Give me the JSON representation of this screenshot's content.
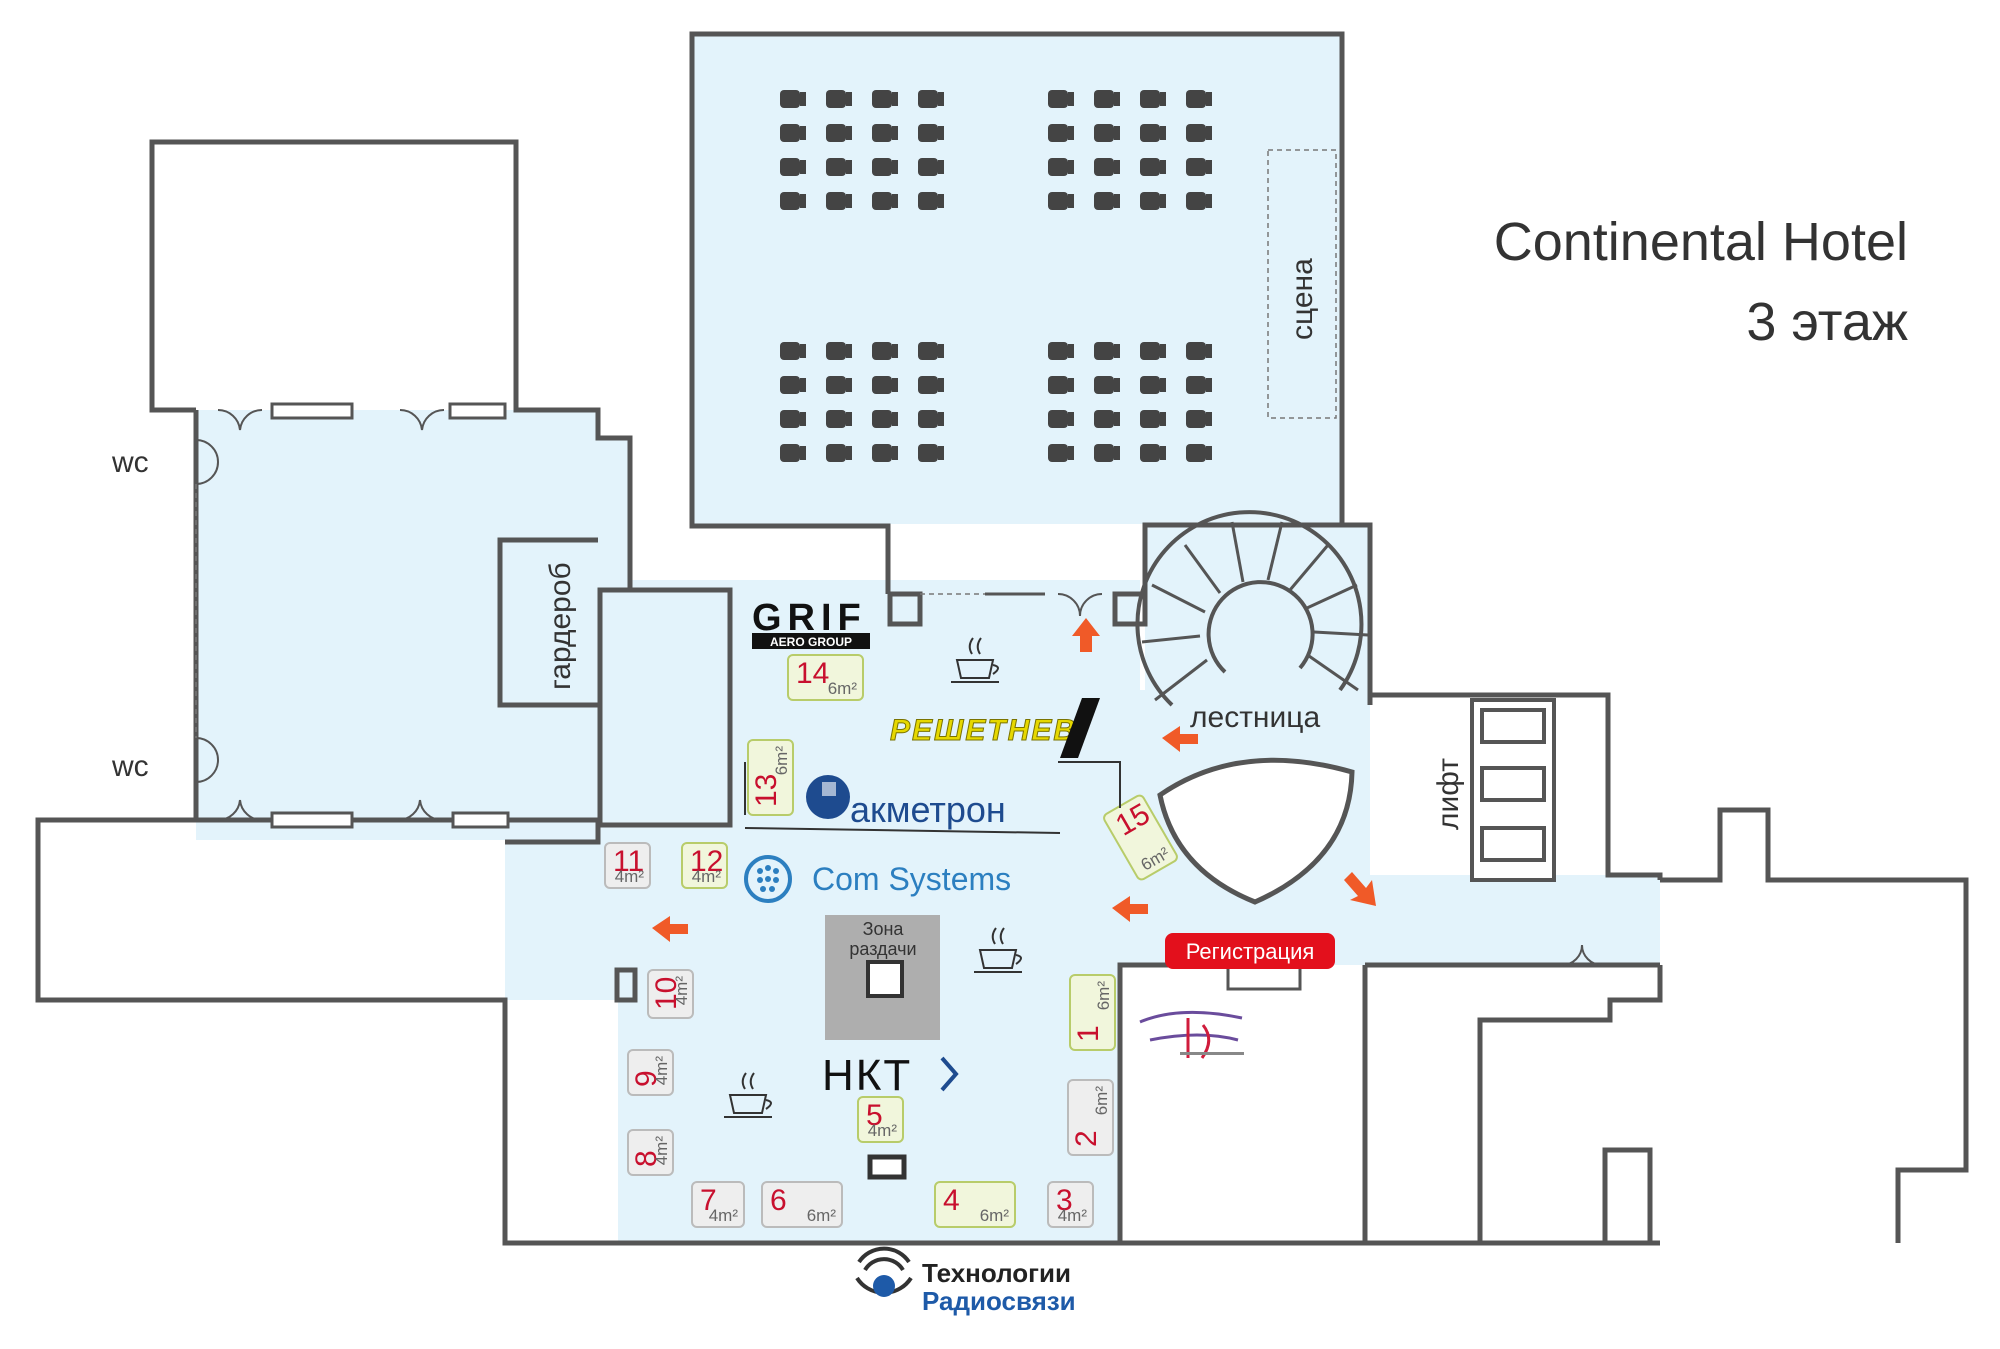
{
  "title": {
    "line1": "Continental Hotel",
    "line2": "3 этаж"
  },
  "labels": {
    "wc_top": "wc",
    "wc_bottom": "wc",
    "wardrobe": "гардероб",
    "stage": "сцена",
    "stairs": "лестница",
    "elevator": "лифт",
    "registration": "Регистрация",
    "serving_zone_line1": "Зона",
    "serving_zone_line2": "раздачи"
  },
  "brands": {
    "grif_main": "GRIF",
    "grif_sub": "AERO GROUP",
    "reshetnev": "РЕШЕТНЕВ",
    "akmetron": "акметрон",
    "comsystems": "Com Systems",
    "nkt": "НКТ",
    "footer_line1": "Технологии",
    "footer_line2": "Радиосвязи"
  },
  "booths": [
    {
      "num": "1",
      "area": "6m²",
      "kind": "green"
    },
    {
      "num": "2",
      "area": "6m²",
      "kind": "gray"
    },
    {
      "num": "3",
      "area": "4m²",
      "kind": "gray"
    },
    {
      "num": "4",
      "area": "6m²",
      "kind": "green"
    },
    {
      "num": "5",
      "area": "4m²",
      "kind": "green"
    },
    {
      "num": "6",
      "area": "6m²",
      "kind": "gray"
    },
    {
      "num": "7",
      "area": "4m²",
      "kind": "gray"
    },
    {
      "num": "8",
      "area": "4m²",
      "kind": "gray"
    },
    {
      "num": "9",
      "area": "4m²",
      "kind": "gray"
    },
    {
      "num": "10",
      "area": "4m²",
      "kind": "gray"
    },
    {
      "num": "11",
      "area": "4m²",
      "kind": "gray"
    },
    {
      "num": "12",
      "area": "4m²",
      "kind": "green"
    },
    {
      "num": "13",
      "area": "6m²",
      "kind": "green"
    },
    {
      "num": "14",
      "area": "6m²",
      "kind": "green"
    },
    {
      "num": "15",
      "area": "6m²",
      "kind": "green"
    }
  ],
  "colors": {
    "floor": "#e3f3fb",
    "wall": "#555555",
    "arrow": "#f05a28",
    "booth_green_fill": "#f1f6dc",
    "booth_green_stroke": "#b8cc6a",
    "booth_gray_fill": "#eeeeee",
    "booth_gray_stroke": "#bbbbbb",
    "registration": "#e3101c",
    "reshetnev": "#e6d800",
    "akmetron": "#1e4b8f",
    "comsystems": "#2c7fc0"
  }
}
